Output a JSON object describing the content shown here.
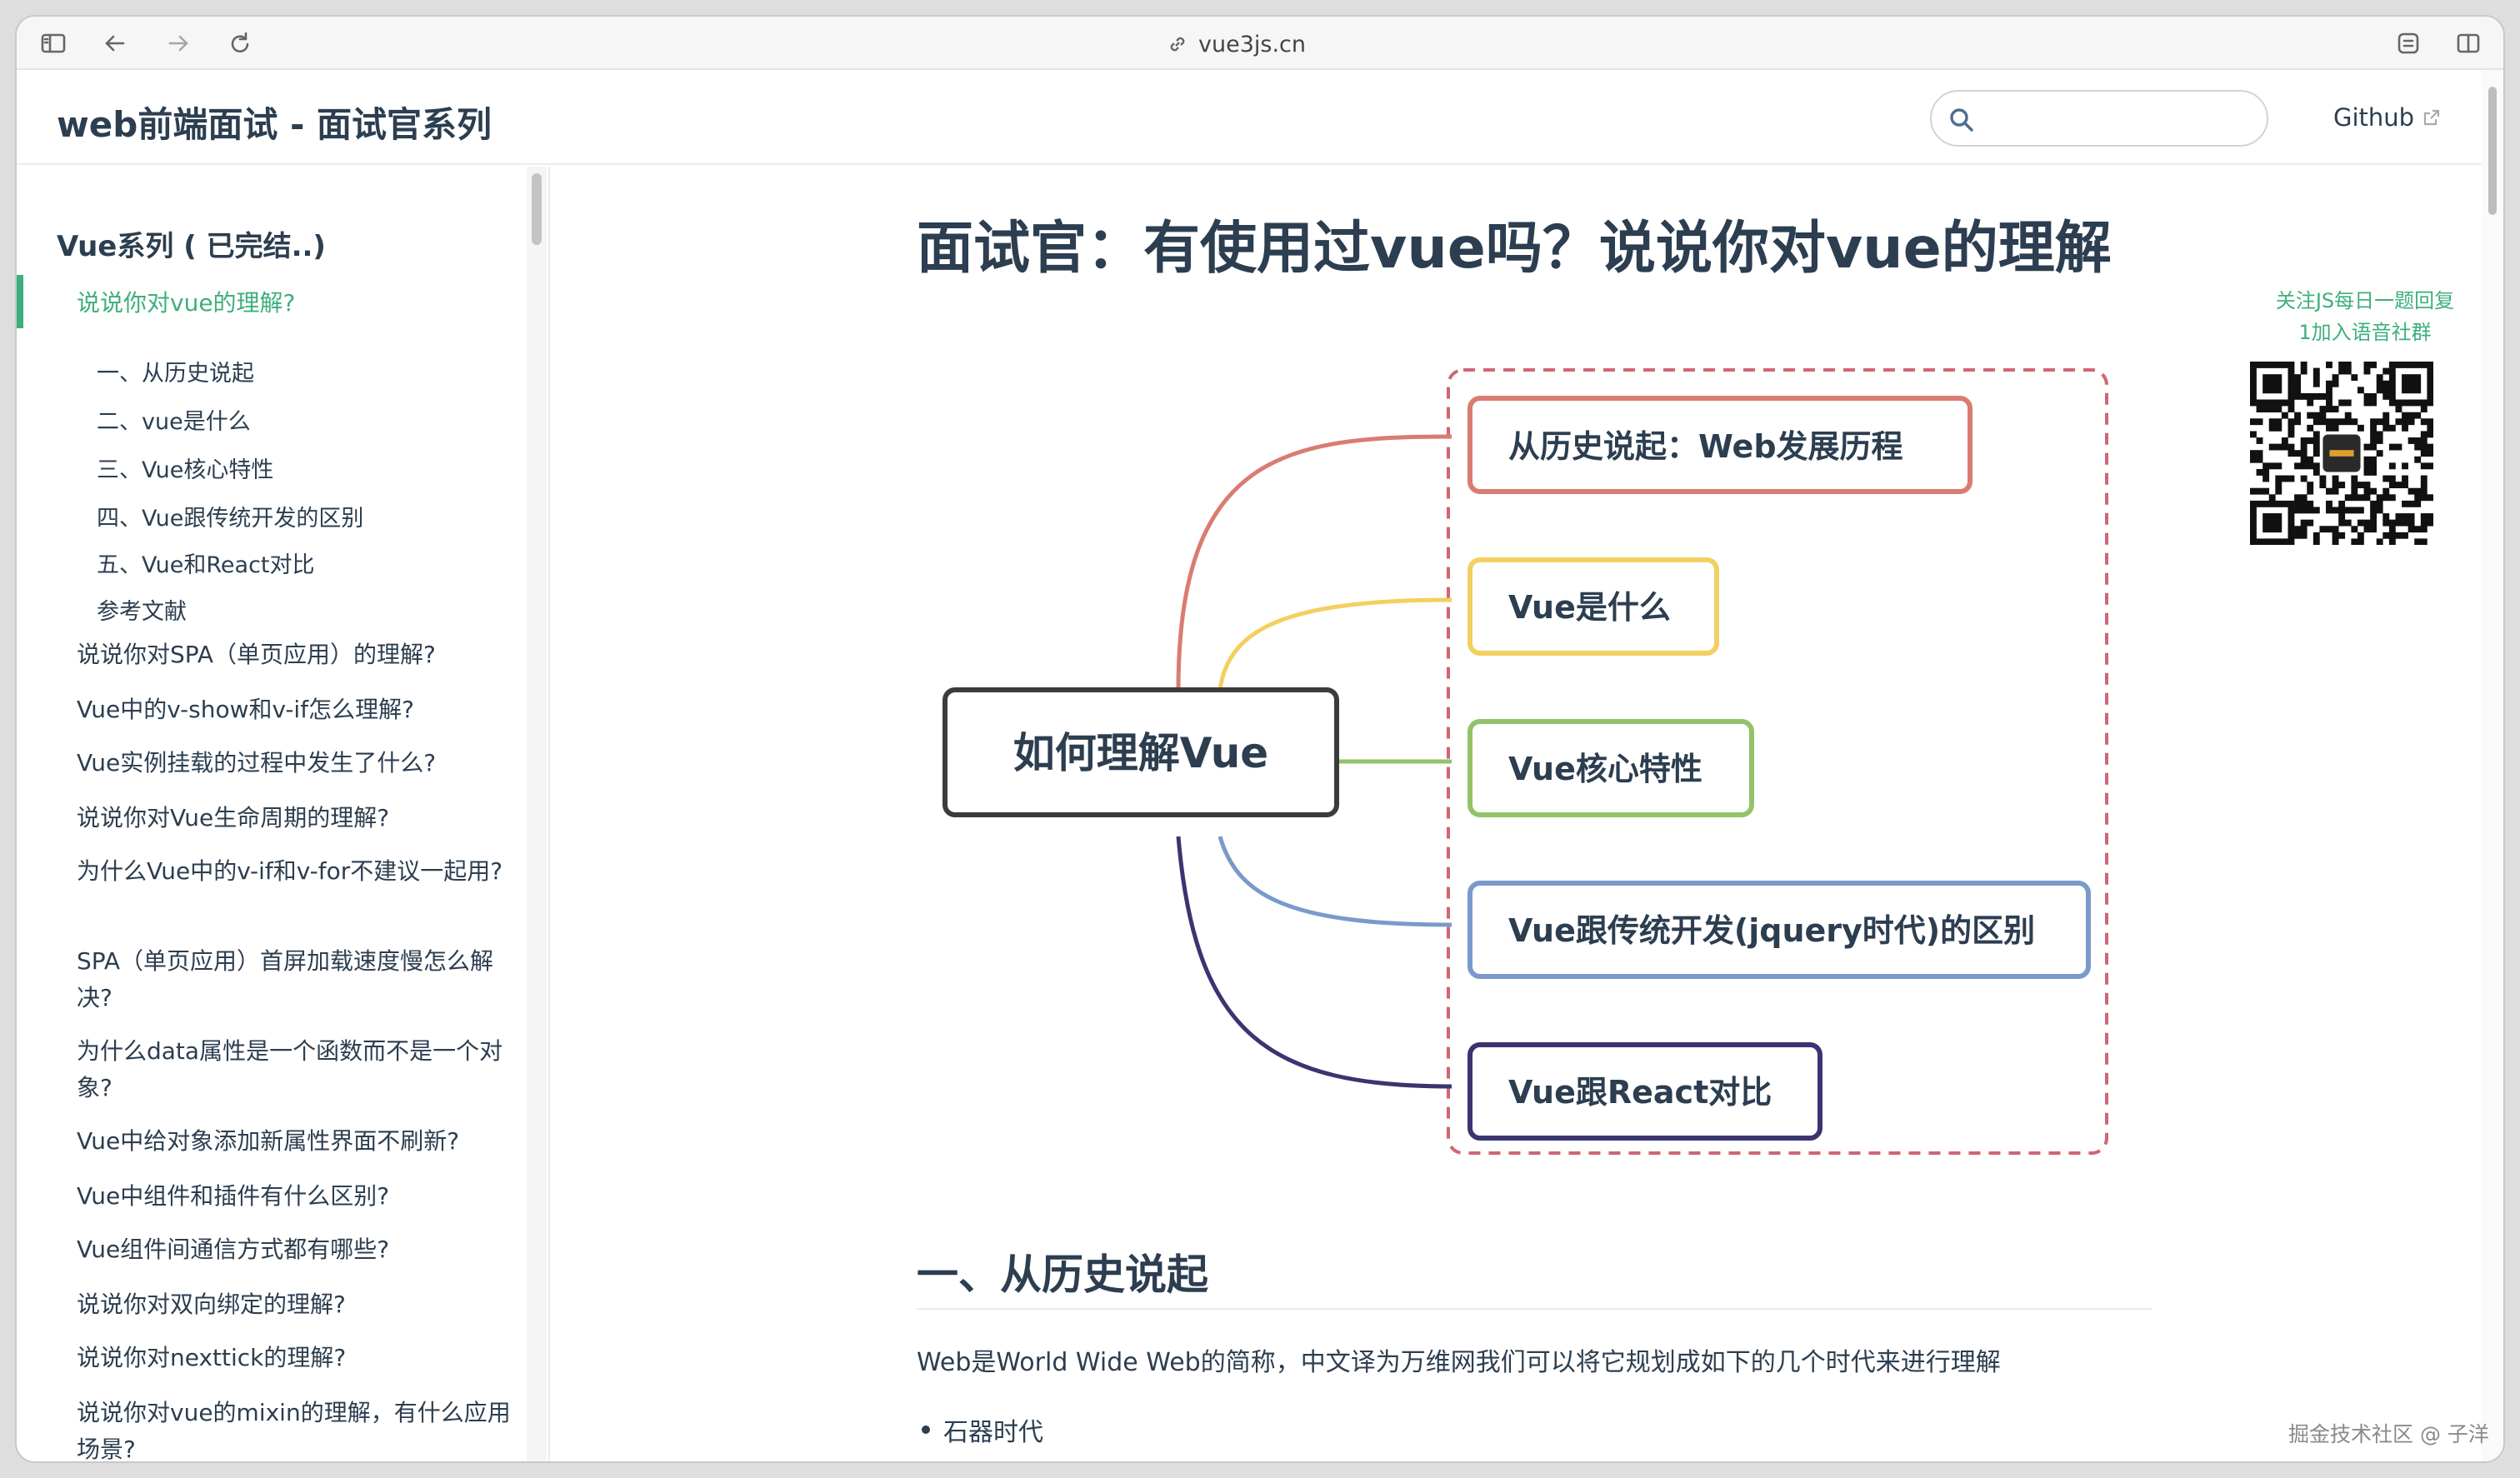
{
  "browser": {
    "url": "vue3js.cn"
  },
  "navbar": {
    "site_title": "web前端面试 - 面试官系列",
    "search_value": "",
    "github_label": "Github"
  },
  "sidebar": {
    "group_title": "Vue系列 ( 已完结..)",
    "active_item": "说说你对vue的理解?",
    "sub_items": [
      "一、从历史说起",
      "二、vue是什么",
      "三、Vue核心特性",
      "四、Vue跟传统开发的区别",
      "五、Vue和React对比",
      "参考文献"
    ],
    "items": [
      "说说你对SPA（单页应用）的理解?",
      "Vue中的v-show和v-if怎么理解?",
      "Vue实例挂载的过程中发生了什么?",
      "说说你对Vue生命周期的理解?",
      "为什么Vue中的v-if和v-for不建议一起用?",
      "SPA（单页应用）首屏加载速度慢怎么解决?",
      "为什么data属性是一个函数而不是一个对象?",
      "Vue中给对象添加新属性界面不刷新?",
      "Vue中组件和插件有什么区别?",
      "Vue组件间通信方式都有哪些?",
      "说说你对双向绑定的理解?",
      "说说你对nexttick的理解?",
      "说说你对vue的mixin的理解，有什么应用场景?"
    ]
  },
  "content": {
    "page_title": "面试官：有使用过vue吗？说说你对vue的理解",
    "mindmap": {
      "root": "如何理解Vue",
      "branches": [
        {
          "label": "从历史说起：Web发展历程",
          "color": "#d97c72"
        },
        {
          "label": "Vue是什么",
          "color": "#f2d061"
        },
        {
          "label": "Vue核心特性",
          "color": "#93c26a"
        },
        {
          "label": "Vue跟传统开发(jquery时代)的区别",
          "color": "#7a9acb"
        },
        {
          "label": "Vue跟React对比",
          "color": "#3a3570"
        }
      ],
      "frame_color": "#cf6674"
    },
    "section_heading": "一、从历史说起",
    "paragraph": "Web是World Wide Web的简称，中文译为万维网我们可以将它规划成如下的几个时代来进行理解",
    "bullet": "石器时代"
  },
  "promo": {
    "line1": "关注JS每日一题回复",
    "line2": "1加入语音社群"
  },
  "watermark": "掘金技术社区 @ 子洋",
  "colors": {
    "accent": "#3eaf7c",
    "text": "#2c3e50"
  }
}
